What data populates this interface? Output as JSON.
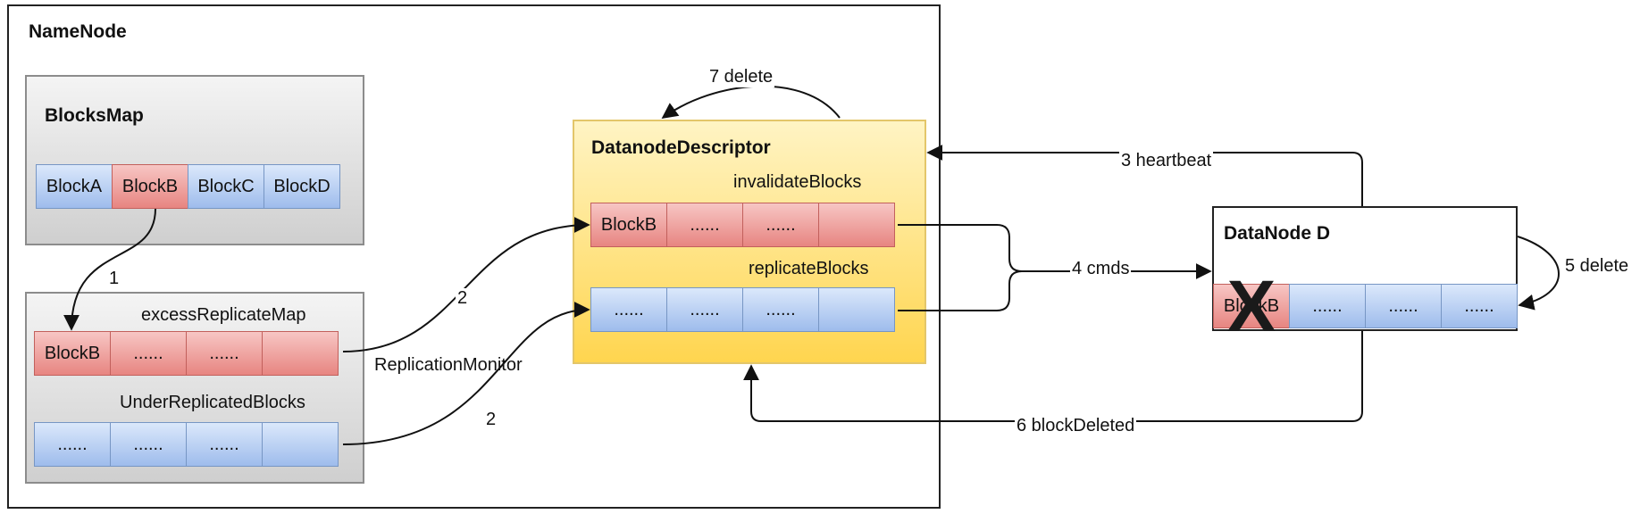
{
  "namenode": {
    "title": "NameNode",
    "blocks_map": {
      "title": "BlocksMap",
      "cells": [
        "BlockA",
        "BlockB",
        "BlockC",
        "BlockD"
      ]
    },
    "excess_replicate_map": {
      "title": "excessReplicateMap",
      "cells": [
        "BlockB",
        "......",
        "......",
        ""
      ]
    },
    "under_replicated_blocks": {
      "title": "UnderReplicatedBlocks",
      "cells": [
        "......",
        "......",
        "......",
        ""
      ]
    },
    "replication_monitor": "ReplicationMonitor",
    "datanode_descriptor": {
      "title": "DatanodeDescriptor",
      "invalidate_blocks": {
        "title": "invalidateBlocks",
        "cells": [
          "BlockB",
          "......",
          "......",
          ""
        ]
      },
      "replicate_blocks": {
        "title": "replicateBlocks",
        "cells": [
          "......",
          "......",
          "......",
          ""
        ]
      }
    }
  },
  "datanode": {
    "title": "DataNode D",
    "cells": [
      "BlockB",
      "......",
      "......",
      "......"
    ],
    "deleted_mark": "X"
  },
  "arrows": {
    "step1": "1",
    "step2a": "2",
    "step2b": "2",
    "step3": "3 heartbeat",
    "step4": "4 cmds",
    "step5": "5 delete",
    "step6": "6 blockDeleted",
    "step7": "7 delete"
  },
  "colors": {
    "block_blue": "#9ebcec",
    "block_red": "#e78581",
    "descriptor_yellow": "#ffd54f",
    "container_gray": "#cfcfcf"
  }
}
